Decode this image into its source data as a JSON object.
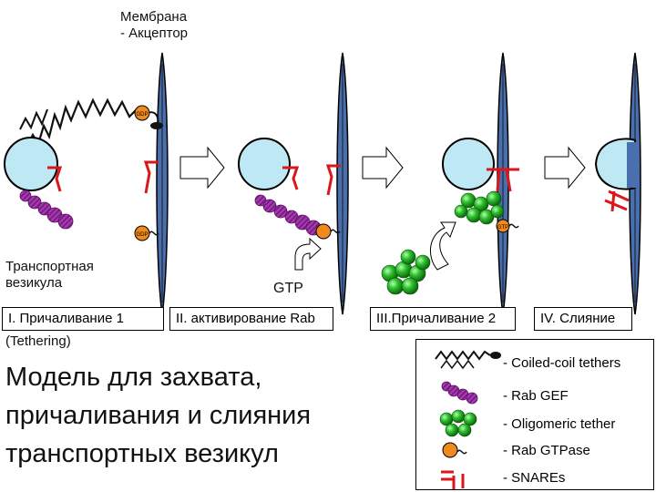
{
  "header": {
    "line1": "Мембрана",
    "line2": "- Акцептор"
  },
  "vesicle_label": {
    "line1": "Транспортная",
    "line2": "везикула"
  },
  "small_labels": {
    "gdp_top": "GDP",
    "gdp_bottom": "GDP",
    "gtp_stage3": "GTP"
  },
  "gtp_arrow_label": "GTP",
  "stages": [
    {
      "label": "I. Причаливание 1"
    },
    {
      "label": "II. активирование Rab"
    },
    {
      "label": "III.Причаливание 2"
    },
    {
      "label": "IV. Слияние"
    }
  ],
  "tethering_label": "(Tethering)",
  "title": {
    "line1": "Модель для захвата,",
    "line2": "причаливания и слияния",
    "line3": "транспортных везикул"
  },
  "legend": [
    {
      "label": "- Coiled-coil tethers",
      "icon": "coiled-coil-icon"
    },
    {
      "label": "- Rab GEF",
      "icon": "rab-gef-icon"
    },
    {
      "label": "- Oligomeric tether",
      "icon": "oligomeric-tether-icon"
    },
    {
      "label": "- Rab GTPase",
      "icon": "rab-gtpase-icon"
    },
    {
      "label": "- SNAREs",
      "icon": "snare-icon"
    }
  ],
  "colors": {
    "membrane": "#4a6fae",
    "vesicle": "#bfe8f5",
    "snare": "#d9171d",
    "rab_gef": "#9c2aa3",
    "rab_gtpase": "#f08a1c",
    "oligomeric": "#2bb82b"
  }
}
